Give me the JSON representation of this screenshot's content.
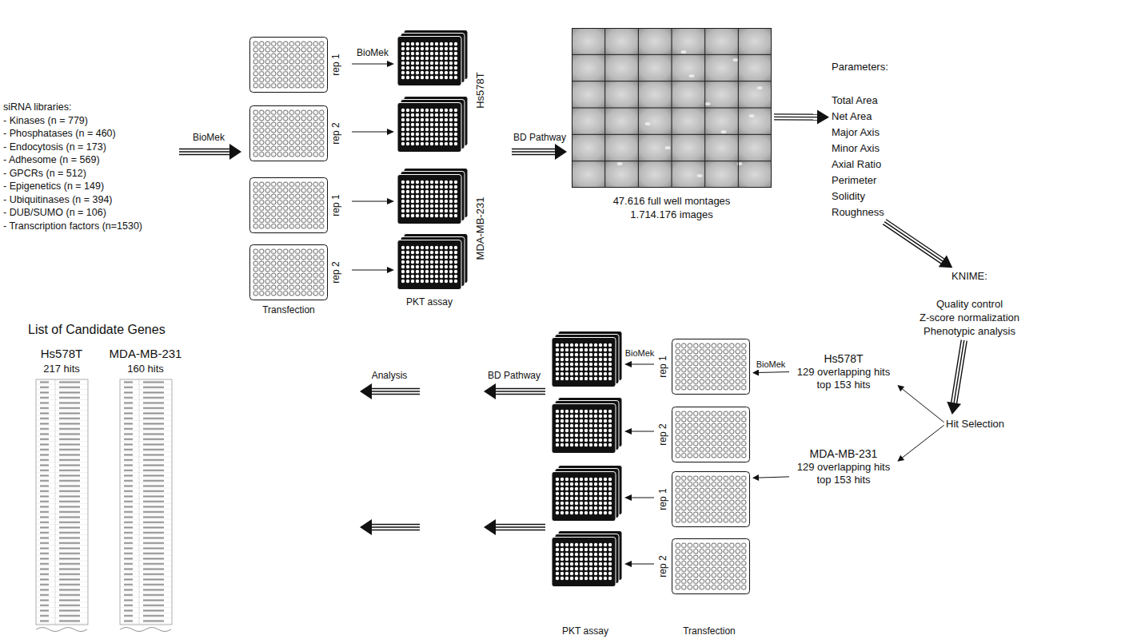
{
  "diagram": {
    "nodes": [
      {
        "text": [
          "siRNA libraries:",
          "- Kinases (n = 779)",
          "- Phosphatases (n = 460)",
          "- Endocytosis (n = 173)",
          "- Adhesome (n = 569)",
          "- GPCRs (n = 512)",
          "- Epigenetics (n = 149)",
          "- Ubiquitinases (n = 394)",
          "- DUB/SUMO (n = 106)",
          "- Transcription factors (n=1530)"
        ]
      },
      {
        "text": [
          "rep 1"
        ]
      },
      {
        "text": [
          "rep 2"
        ]
      },
      {
        "text": [
          "rep 1"
        ]
      },
      {
        "text": [
          "rep 2"
        ]
      },
      {
        "text": [
          "47.616 full well montages 1.714.176 images"
        ]
      },
      {
        "text": [
          "Parameters:",
          "Total Area",
          "Net Area",
          "Major Axis",
          "Minor Axis",
          "Axial Ratio",
          "Perimeter",
          "Solidity",
          "Roughness"
        ]
      },
      {
        "text": [
          "KNIME:",
          "Quality control",
          "Z-score normalization",
          "Phenotypic analysis"
        ]
      },
      {
        "text": [
          "Hit Selection"
        ]
      },
      {
        "text": [
          "Hs578T",
          "129 overlapping hits",
          "top 153 hits"
        ]
      },
      {
        "text": [
          "MDA-MB-231",
          "129 overlapping hits",
          "top 153 hits"
        ]
      },
      {
        "text": [
          "rep 1"
        ]
      },
      {
        "text": [
          "rep 2"
        ]
      },
      {
        "text": [
          "rep 1"
        ]
      },
      {
        "text": [
          "rep 2"
        ]
      }
    ],
    "edges": [
      {
        "from": 5,
        "to": 6,
        "arrow": "to"
      },
      {
        "from": 6,
        "to": 7,
        "arrow": "to"
      },
      {
        "from": 7,
        "to": 8,
        "arrow": "to"
      },
      {
        "from": 8,
        "to": 9,
        "arrow": "to"
      },
      {
        "from": 8,
        "to": 10,
        "arrow": "to"
      },
      {
        "from": 9,
        "to": 11,
        "arrow": "to",
        "label": "BioMek"
      },
      {
        "from": 10,
        "to": 13,
        "arrow": "to"
      }
    ],
    "labels": [
      "BioMek",
      "Transfection",
      "BioMek",
      "Hs578T",
      "MDA-MB-231",
      "PKT assay",
      "BD Pathway",
      "List of Candidate Genes",
      "Hs578T",
      "MDA-MB-231",
      "217 hits",
      "160 hits",
      "Analysis",
      "BD Pathway",
      "BioMek",
      "PKT assay",
      "Transfection"
    ]
  }
}
